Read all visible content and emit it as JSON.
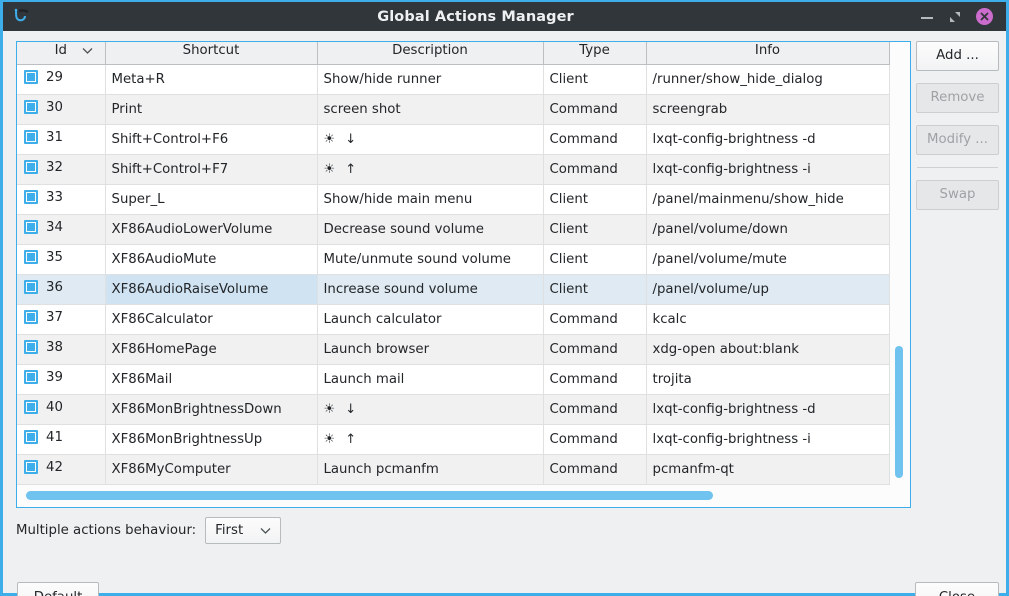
{
  "window": {
    "title": "Global Actions Manager",
    "icon_name": "app-icon",
    "controls": {
      "minimize": "minimize-icon",
      "maximize": "maximize-icon",
      "close": "close-icon"
    }
  },
  "table": {
    "columns": [
      "Id",
      "Shortcut",
      "Description",
      "Type",
      "Info"
    ],
    "sort_column": "Id",
    "sort_indicator": "chevron-down-icon",
    "rows": [
      {
        "id": "29",
        "shortcut": "Meta+R",
        "description": "Show/hide runner",
        "type": "Client",
        "info": "/runner/show_hide_dialog"
      },
      {
        "id": "30",
        "shortcut": "Print",
        "description": "screen shot",
        "type": "Command",
        "info": "screengrab"
      },
      {
        "id": "31",
        "shortcut": "Shift+Control+F6",
        "description": "☀ ↓",
        "type": "Command",
        "info": "lxqt-config-brightness -d"
      },
      {
        "id": "32",
        "shortcut": "Shift+Control+F7",
        "description": "☀ ↑",
        "type": "Command",
        "info": "lxqt-config-brightness -i"
      },
      {
        "id": "33",
        "shortcut": "Super_L",
        "description": "Show/hide main menu",
        "type": "Client",
        "info": "/panel/mainmenu/show_hide"
      },
      {
        "id": "34",
        "shortcut": "XF86AudioLowerVolume",
        "description": "Decrease sound volume",
        "type": "Client",
        "info": "/panel/volume/down"
      },
      {
        "id": "35",
        "shortcut": "XF86AudioMute",
        "description": "Mute/unmute sound volume",
        "type": "Client",
        "info": "/panel/volume/mute"
      },
      {
        "id": "36",
        "shortcut": "XF86AudioRaiseVolume",
        "description": "Increase sound volume",
        "type": "Client",
        "info": "/panel/volume/up"
      },
      {
        "id": "37",
        "shortcut": "XF86Calculator",
        "description": "Launch calculator",
        "type": "Command",
        "info": "kcalc"
      },
      {
        "id": "38",
        "shortcut": "XF86HomePage",
        "description": "Launch browser",
        "type": "Command",
        "info": "xdg-open about:blank"
      },
      {
        "id": "39",
        "shortcut": "XF86Mail",
        "description": "Launch mail",
        "type": "Command",
        "info": "trojita"
      },
      {
        "id": "40",
        "shortcut": "XF86MonBrightnessDown",
        "description": "☀ ↓",
        "type": "Command",
        "info": "lxqt-config-brightness -d"
      },
      {
        "id": "41",
        "shortcut": "XF86MonBrightnessUp",
        "description": "☀ ↑",
        "type": "Command",
        "info": "lxqt-config-brightness -i"
      },
      {
        "id": "42",
        "shortcut": "XF86MyComputer",
        "description": "Launch pcmanfm",
        "type": "Command",
        "info": "pcmanfm-qt"
      }
    ],
    "selected_row_id": "36",
    "selected_cell_column": "Shortcut"
  },
  "side_buttons": [
    {
      "label": "Add ...",
      "enabled": true
    },
    {
      "label": "Remove",
      "enabled": false
    },
    {
      "label": "Modify ...",
      "enabled": false
    },
    {
      "label": "Swap",
      "enabled": false
    }
  ],
  "behaviour": {
    "label": "Multiple actions behaviour:",
    "selected": "First",
    "chevron": "chevron-down-icon"
  },
  "footer": {
    "default_label": "Default",
    "close_label": "Close"
  },
  "colors": {
    "accent": "#3daee9",
    "titlebar": "#31363b",
    "close_button": "#cc6ccd",
    "window_bg": "#eff0f1",
    "selection": "#cfe3f2"
  }
}
